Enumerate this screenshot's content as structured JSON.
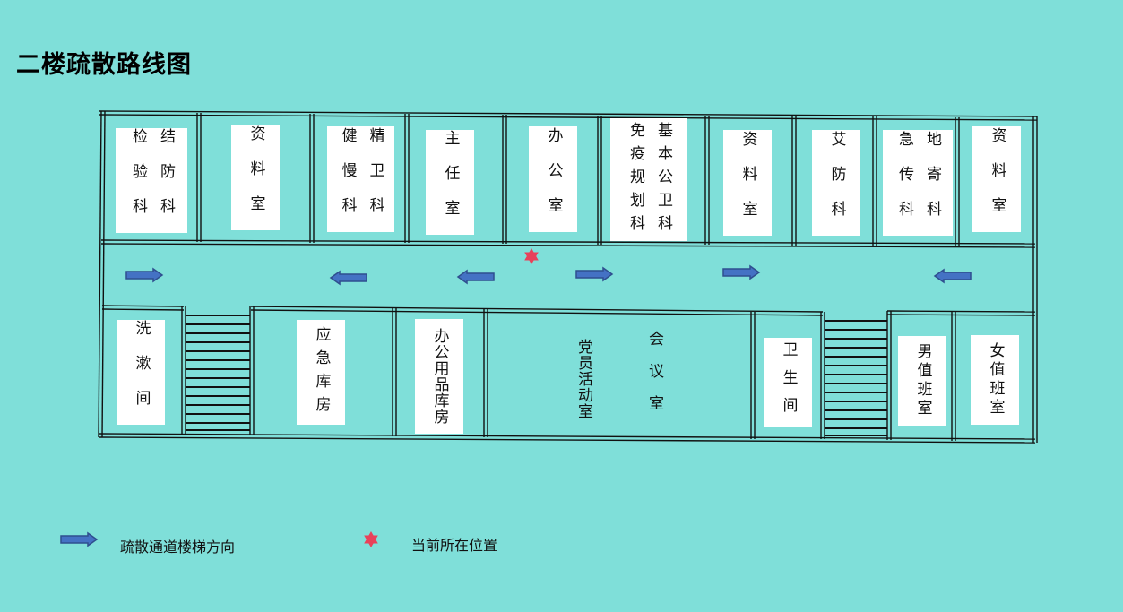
{
  "title": "二楼疏散路线图",
  "top_rooms": [
    {
      "id": "jieheke",
      "cols": [
        "结防科",
        "检验科"
      ]
    },
    {
      "id": "ziliao1",
      "cols": [
        "资料室"
      ]
    },
    {
      "id": "jingwei",
      "cols": [
        "精卫科",
        "健慢科"
      ]
    },
    {
      "id": "zhuren",
      "cols": [
        "主任室"
      ]
    },
    {
      "id": "bangong",
      "cols": [
        "办公室"
      ]
    },
    {
      "id": "jiwei",
      "cols": [
        "基本公卫科",
        "免疫规划科"
      ]
    },
    {
      "id": "ziliao2",
      "cols": [
        "资料室"
      ]
    },
    {
      "id": "aifang",
      "cols": [
        "艾防科"
      ]
    },
    {
      "id": "diji",
      "cols": [
        "地寄科",
        "急传科"
      ]
    },
    {
      "id": "ziliao3",
      "cols": [
        "资料室"
      ]
    }
  ],
  "bottom_rooms": [
    {
      "id": "xishu",
      "cols": [
        "洗漱间"
      ]
    },
    {
      "id": "yingji",
      "cols": [
        "应急库房"
      ]
    },
    {
      "id": "bangongyongpin",
      "cols": [
        "办公用品库房"
      ]
    },
    {
      "id": "huiyi",
      "cols": [
        "党员活动室",
        "会议室"
      ]
    },
    {
      "id": "weisheng",
      "cols": [
        "卫生间"
      ]
    },
    {
      "id": "nanzhiban",
      "cols": [
        "男值班室"
      ]
    },
    {
      "id": "nvzhiban",
      "cols": [
        "女值班室"
      ]
    }
  ],
  "arrows": [
    "right",
    "left",
    "left",
    "right",
    "right",
    "left"
  ],
  "legend": {
    "arrow_label": "疏散通道楼梯方向",
    "star_label": "当前所在位置"
  },
  "colors": {
    "background": "#7fdfd9",
    "arrow": "#4472c4",
    "arrow_outline": "#2f4f8f",
    "star": "#e8425a",
    "wall": "#111111"
  }
}
